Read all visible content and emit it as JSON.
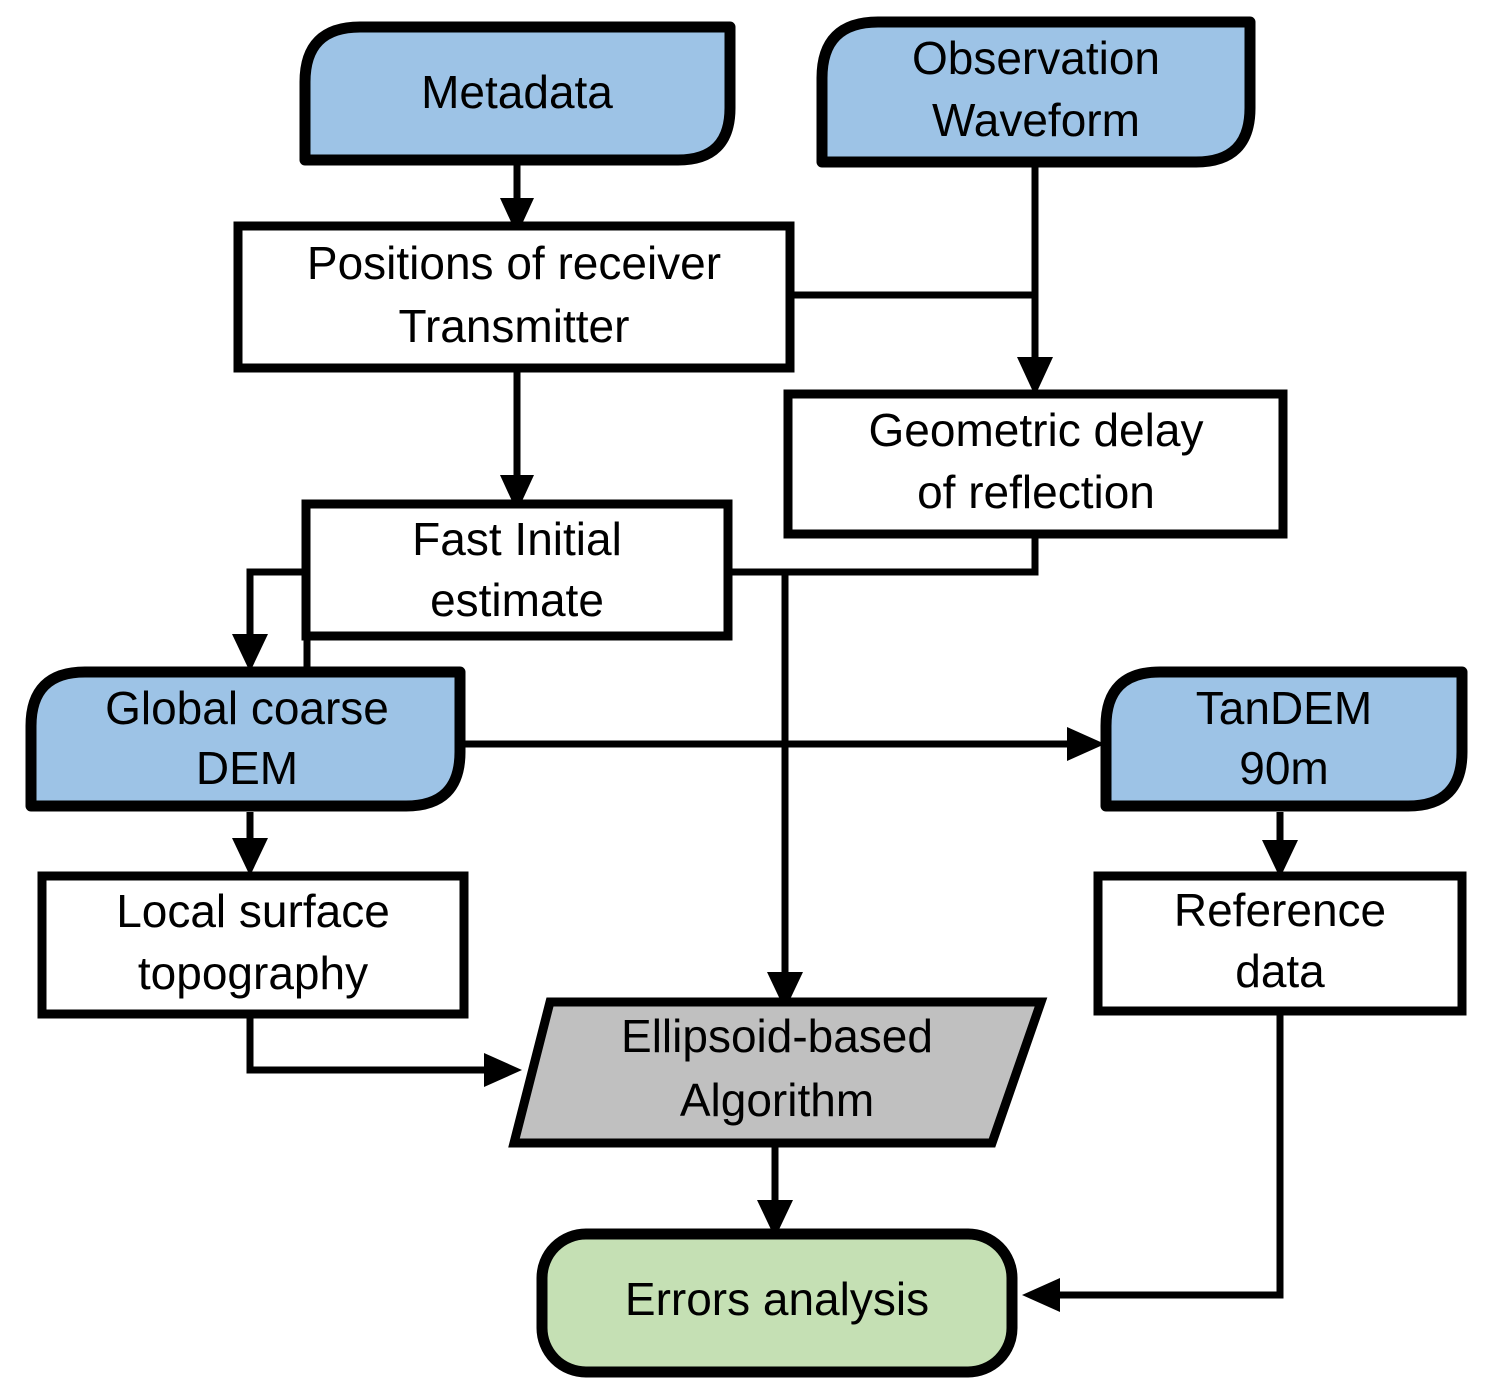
{
  "diagram": {
    "title": "GNSS-R Ellipsoid-based Altimetry Processing Flowchart",
    "colors": {
      "input_fill": "#9DC3E6",
      "process_fill": "#FFFFFF",
      "algorithm_fill": "#C0C0C0",
      "output_fill": "#C5E0B4",
      "stroke": "#000000",
      "background": "#FFFFFF"
    },
    "nodes": [
      {
        "id": "metadata",
        "shape": "data-rounded",
        "fill_role": "input_fill",
        "lines": [
          "Metadata"
        ]
      },
      {
        "id": "observation-waveform",
        "shape": "data-rounded",
        "fill_role": "input_fill",
        "lines": [
          "Observation",
          "Waveform"
        ]
      },
      {
        "id": "positions-of-receiver-transmitter",
        "shape": "rect",
        "fill_role": "process_fill",
        "lines": [
          "Positions of receiver",
          "Transmitter"
        ]
      },
      {
        "id": "geometric-delay-of-reflection",
        "shape": "rect",
        "fill_role": "process_fill",
        "lines": [
          "Geometric delay",
          "of reflection"
        ]
      },
      {
        "id": "fast-initial-estimate",
        "shape": "rect",
        "fill_role": "process_fill",
        "lines": [
          "Fast Initial",
          "estimate"
        ]
      },
      {
        "id": "global-coarse-dem",
        "shape": "data-rounded",
        "fill_role": "input_fill",
        "lines": [
          "Global coarse",
          "DEM"
        ]
      },
      {
        "id": "tandem-90m",
        "shape": "data-rounded",
        "fill_role": "input_fill",
        "lines": [
          "TanDEM",
          "90m"
        ]
      },
      {
        "id": "local-surface-topography",
        "shape": "rect",
        "fill_role": "process_fill",
        "lines": [
          "Local surface",
          "topography"
        ]
      },
      {
        "id": "reference-data",
        "shape": "rect",
        "fill_role": "process_fill",
        "lines": [
          "Reference",
          "data"
        ]
      },
      {
        "id": "ellipsoid-based-algorithm",
        "shape": "parallelogram",
        "fill_role": "algorithm_fill",
        "lines": [
          "Ellipsoid-based",
          "Algorithm"
        ]
      },
      {
        "id": "errors-analysis",
        "shape": "rounded-rect",
        "fill_role": "output_fill",
        "lines": [
          "Errors analysis"
        ]
      }
    ],
    "edges": [
      {
        "from": "metadata",
        "to": "positions-of-receiver-transmitter"
      },
      {
        "from": "observation-waveform",
        "to": "geometric-delay-of-reflection"
      },
      {
        "from": "positions-of-receiver-transmitter",
        "to": "geometric-delay-of-reflection"
      },
      {
        "from": "positions-of-receiver-transmitter",
        "to": "fast-initial-estimate"
      },
      {
        "from": "geometric-delay-of-reflection",
        "to": "ellipsoid-based-algorithm"
      },
      {
        "from": "fast-initial-estimate",
        "to": "global-coarse-dem"
      },
      {
        "from": "fast-initial-estimate",
        "to": "tandem-90m"
      },
      {
        "from": "fast-initial-estimate",
        "to": "ellipsoid-based-algorithm"
      },
      {
        "from": "global-coarse-dem",
        "to": "local-surface-topography"
      },
      {
        "from": "local-surface-topography",
        "to": "ellipsoid-based-algorithm"
      },
      {
        "from": "tandem-90m",
        "to": "reference-data"
      },
      {
        "from": "reference-data",
        "to": "errors-analysis"
      },
      {
        "from": "ellipsoid-based-algorithm",
        "to": "errors-analysis"
      }
    ],
    "labels": {
      "metadata": "Metadata",
      "observation_l1": "Observation",
      "observation_l2": "Waveform",
      "positions_l1": "Positions of receiver",
      "positions_l2": "Transmitter",
      "geometric_l1": "Geometric delay",
      "geometric_l2": "of reflection",
      "fast_l1": "Fast Initial",
      "fast_l2": "estimate",
      "globaldem_l1": "Global coarse",
      "globaldem_l2": "DEM",
      "tandem_l1": "TanDEM",
      "tandem_l2": "90m",
      "localsurf_l1": "Local surface",
      "localsurf_l2": "topography",
      "refdata_l1": "Reference",
      "refdata_l2": "data",
      "algorithm_l1": "Ellipsoid-based",
      "algorithm_l2": "Algorithm",
      "errors": "Errors analysis"
    }
  }
}
